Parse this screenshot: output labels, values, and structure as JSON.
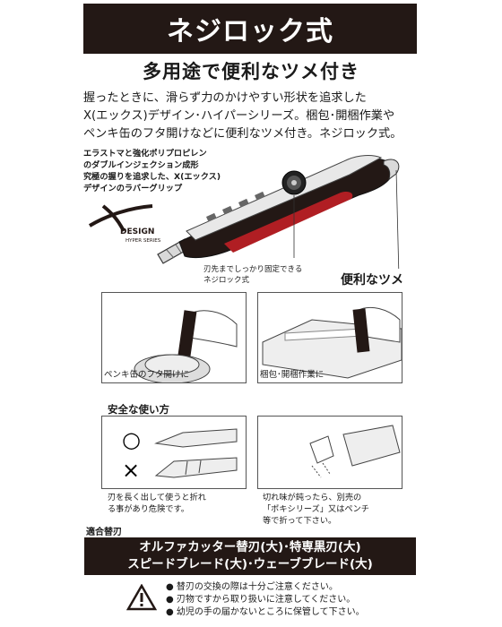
{
  "header": {
    "title": "ネジロック式"
  },
  "subtitle": "多用途で便利なツメ付き",
  "intro": {
    "lines": [
      "握ったときに、滑らず力のかけやすい形状を追求した",
      "X(エックス)デザイン･ハイパーシリーズ。梱包･開梱作業や",
      "ペンキ缶のフタ開けなどに便利なツメ付き。ネジロック式。"
    ]
  },
  "grip_note": {
    "lines": [
      "エラストマと強化ポリプロピレン",
      "のダブルインジェクション成形",
      "究極の握りを追求した、X(エックス)",
      "デザインのラバーグリップ"
    ]
  },
  "logo": {
    "main": "DESIGN",
    "sub": "HYPER SERIES"
  },
  "lock_note": {
    "lines": [
      "刃先までしっかり固定できる",
      "ネジロック式"
    ]
  },
  "claw_label": "便利なツメ",
  "usage": [
    {
      "caption": "ペンキ缶のフタ開けに"
    },
    {
      "caption": "梱包･開梱作業に"
    }
  ],
  "safety": {
    "title": "安全な使い方",
    "ok_symbol": "○",
    "ng_symbol": "×",
    "left_text": [
      "刃を長く出して使うと折れ",
      "る事があり危険です。"
    ],
    "right_text": [
      "切れ味が鈍ったら、別売の",
      "「ポキシリーズ」又はペンチ",
      "等で折って下さい。"
    ]
  },
  "compat": {
    "label": "適合替刃",
    "lines": [
      "オルファカッター替刃(大)･特専黒刃(大)",
      "スピードブレード(大)･ウェーブブレード(大)"
    ]
  },
  "cautions": [
    "● 替刃の交換の際は十分ご注意ください。",
    "● 刃物ですから取り扱いに注意してください。",
    "● 幼児の手の届かないところに保管して下さい。"
  ],
  "colors": {
    "dark": "#231815",
    "accent": "#b01e23"
  }
}
